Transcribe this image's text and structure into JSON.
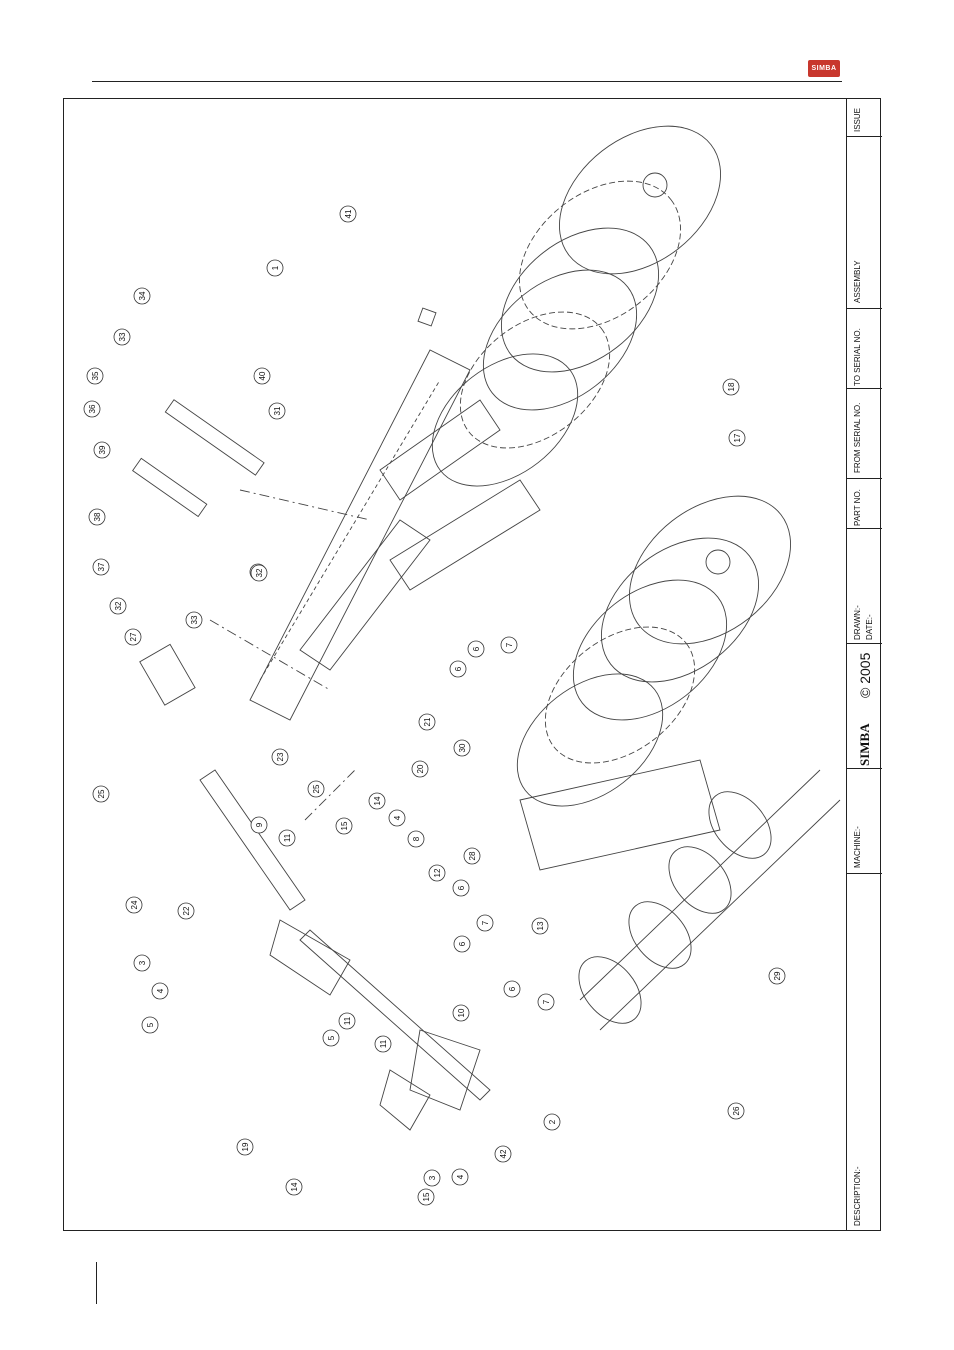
{
  "brand": {
    "logo_text": "SIMBA"
  },
  "title_block": {
    "issue": "ISSUE",
    "assembly": "ASSEMBLY",
    "to_serial": "TO SERIAL NO.",
    "from_serial": "FROM SERIAL NO.",
    "part_no": "PART NO.",
    "drawn": "DRAWN:-",
    "date": "DATE:-",
    "copyright_brand": "SIMBA",
    "copyright": "© 2005",
    "machine": "MACHINE:-",
    "description": "DESCRIPTION:-"
  },
  "callouts": [
    "41",
    "1",
    "34",
    "33",
    "35",
    "40",
    "36",
    "31",
    "39",
    "38",
    "37",
    "32",
    "36",
    "32",
    "33",
    "27",
    "18",
    "17",
    "7",
    "6",
    "6",
    "21",
    "30",
    "20",
    "23",
    "25",
    "25",
    "24",
    "9",
    "22",
    "11",
    "15",
    "14",
    "4",
    "8",
    "3",
    "4",
    "5",
    "12",
    "6",
    "7",
    "13",
    "6",
    "10",
    "7",
    "11",
    "2",
    "42",
    "6",
    "5",
    "11",
    "19",
    "14",
    "15",
    "3",
    "4",
    "28",
    "29",
    "26"
  ]
}
